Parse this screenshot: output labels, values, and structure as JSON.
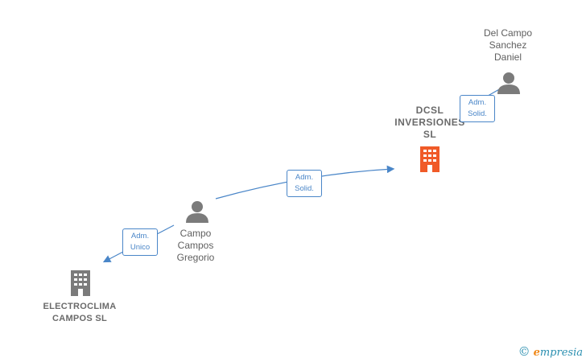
{
  "nodes": {
    "person_del_campo": {
      "label": "Del Campo\nSanchez\nDaniel",
      "type": "person"
    },
    "company_dcsl": {
      "label": "DCSL\nINVERSIONES\nSL",
      "type": "company",
      "highlight": true
    },
    "person_campo": {
      "label": "Campo\nCampos\nGregorio",
      "type": "person"
    },
    "company_electroclima": {
      "label": "ELECTROCLIMA\nCAMPOS  SL",
      "type": "company"
    }
  },
  "edges": {
    "del_campo_to_dcsl": {
      "label": "Adm.\nSolid."
    },
    "campo_to_dcsl": {
      "label": "Adm.\nSolid."
    },
    "campo_to_electroclima": {
      "label": "Adm.\nUnico"
    }
  },
  "colors": {
    "edge": "#4a86c8",
    "person_icon": "#7b7b7b",
    "company_icon": "#7b7b7b",
    "highlight_company_icon": "#f05a28"
  },
  "footer": {
    "copyright_symbol": "©",
    "brand_initial": "e",
    "brand_rest": "mpresia"
  }
}
